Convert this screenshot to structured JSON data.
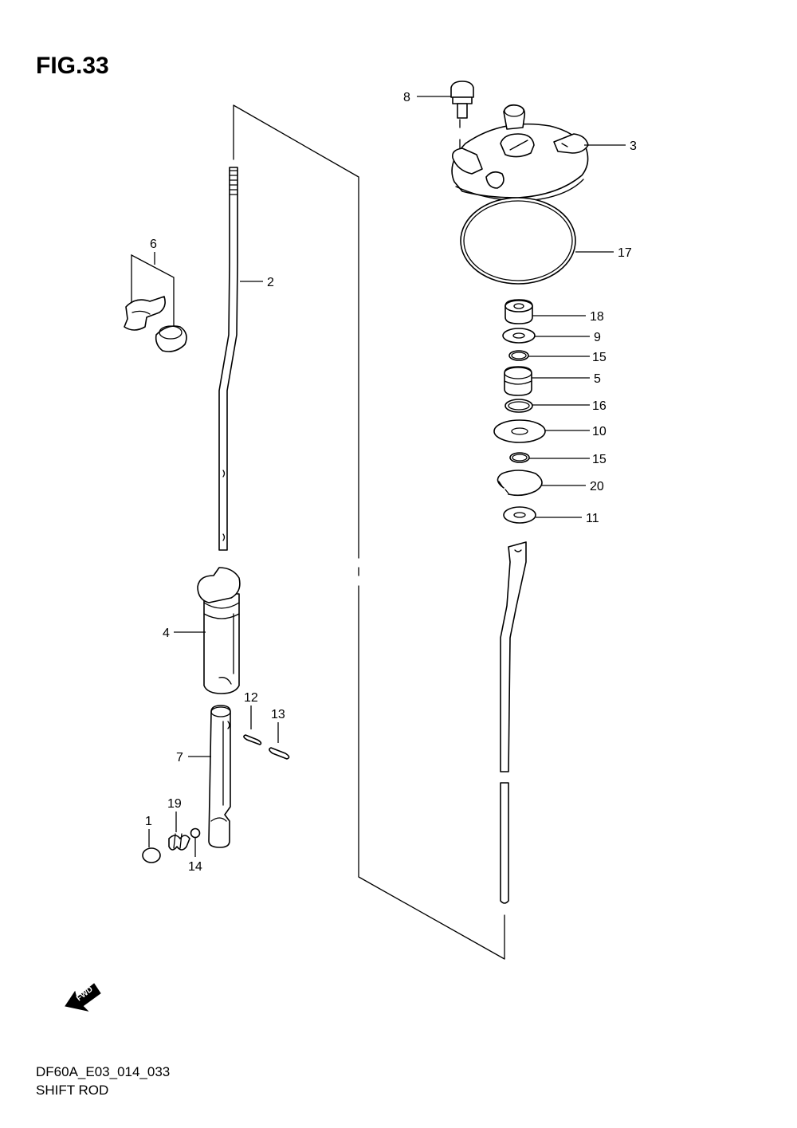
{
  "figure": {
    "title": "FIG.33",
    "code": "DF60A_E03_014_033",
    "name": "SHIFT ROD"
  },
  "fwd_badge": {
    "label": "FWD",
    "icon": "forward-arrow-icon"
  },
  "callouts": {
    "c1": "1",
    "c2": "2",
    "c3": "3",
    "c4": "4",
    "c5": "5",
    "c6": "6",
    "c7": "7",
    "c8": "8",
    "c9": "9",
    "c10": "10",
    "c11": "11",
    "c12": "12",
    "c13": "13",
    "c14": "14",
    "c15a": "15",
    "c15b": "15",
    "c16": "16",
    "c17": "17",
    "c18": "18",
    "c19": "19",
    "c20": "20"
  }
}
